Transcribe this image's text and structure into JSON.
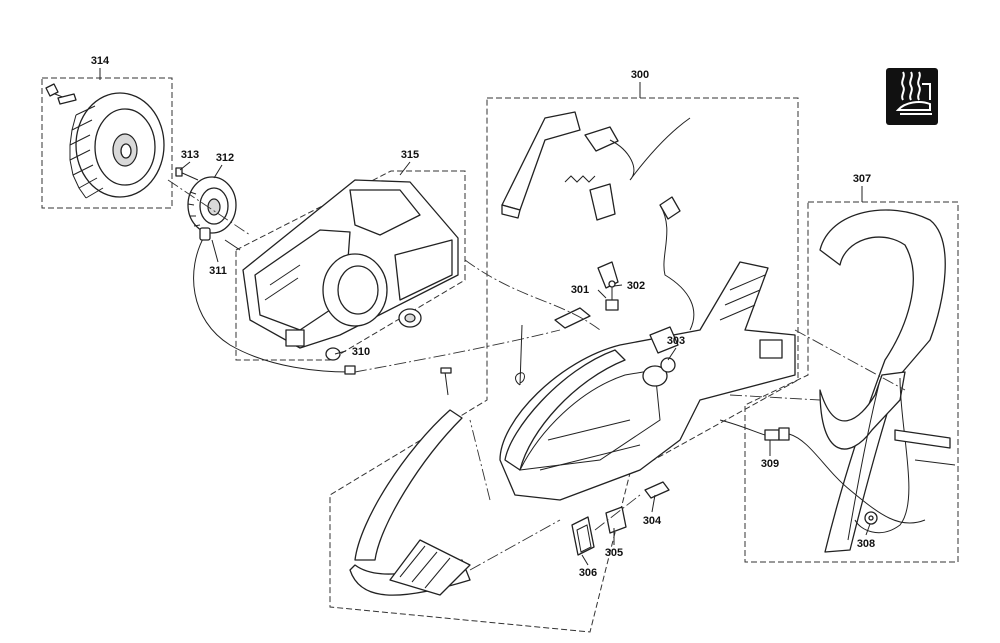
{
  "callouts": {
    "c300": "300",
    "c301": "301",
    "c302": "302",
    "c303": "303",
    "c304": "304",
    "c305": "305",
    "c306": "306",
    "c307": "307",
    "c308": "308",
    "c309": "309",
    "c310": "310",
    "c311": "311",
    "c312": "312",
    "c313": "313",
    "c314": "314",
    "c315": "315"
  },
  "icons": {
    "corner": "hot-handle-icon"
  },
  "colors": {
    "ink": "#222222",
    "icon_bg": "#111111",
    "icon_fg": "#ffffff"
  }
}
